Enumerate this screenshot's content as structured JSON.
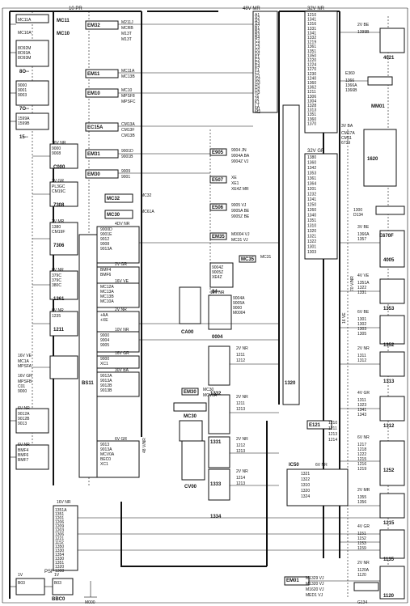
{
  "buses": {
    "top": "10 PR",
    "top_right": "48V MR",
    "c32nr": "32V NR",
    "c32gr": "32V GR",
    "ebs": "BS11",
    "right_mid": "1320",
    "right_vert1": "70 V/NR",
    "right_vert2": "16 VE",
    "left_vert": "48 V/NR",
    "psf": "PSF",
    "m000": "M000",
    "bbc0": "BBC0",
    "g134": "G134",
    "ca00": "CA00"
  },
  "top_connectors": [
    {
      "name": "MC11",
      "pins": [
        "MC11A"
      ]
    },
    {
      "name": "MC10",
      "pins": [
        "MC10A"
      ]
    }
  ],
  "left_modules": [
    {
      "label": "8O--",
      "pins": [
        "8O92M",
        "8O93A",
        "8O93M"
      ]
    },
    {
      "label": "7O--",
      "pins": [
        "9000",
        "9001",
        "9003"
      ]
    },
    {
      "label": "15--",
      "pins": [
        "1599A",
        "1599B"
      ]
    },
    {
      "label": "C000",
      "header": "16V NR",
      "pins": [
        "9000",
        "9008"
      ]
    },
    {
      "label": "7308",
      "header": "2V GR",
      "pins": [
        "PL3GC",
        "CM19C"
      ]
    },
    {
      "label": "7306",
      "header": "2V MR",
      "pins": [
        "1380",
        "CM19F"
      ]
    },
    {
      "label": "1261",
      "header": "6V NR",
      "pins": [
        "379C",
        "379C",
        "380C"
      ]
    },
    {
      "label": "1211",
      "header": "6V NR",
      "pins": [
        "1235"
      ]
    },
    {
      "label": "",
      "header": "16V VE",
      "pins": [
        "MC1A",
        "MPSFA"
      ]
    },
    {
      "label": "",
      "header": "16V GR",
      "pins": [
        "MPSFB",
        "C01",
        "9000"
      ]
    },
    {
      "label": "",
      "header": "6V NR",
      "pins": [
        "9012A",
        "9012B",
        "9013"
      ]
    },
    {
      "label": "",
      "header": "6V NR",
      "pins": [
        "BMF4",
        "BMF6",
        "BMF7"
      ]
    }
  ],
  "center_connectors": [
    {
      "name": "EM32",
      "pins": [
        "M211J",
        "MCRB",
        "M13T",
        "M13T"
      ]
    },
    {
      "name": "EM11",
      "pins": [
        "MC11A",
        "MC13B"
      ]
    },
    {
      "name": "EM10",
      "pins": [
        "MC10",
        "MPSF8",
        "MPSFC"
      ]
    },
    {
      "name": "EC15A",
      "pins": [
        "CM13A",
        "CM13F",
        "CM13B"
      ]
    },
    {
      "name": "EM31",
      "pins": [
        "9001D",
        "9001B"
      ]
    },
    {
      "name": "EM30",
      "pins": [
        "9009",
        "9001"
      ]
    },
    {
      "name": "MC32",
      "pins": [
        "MC32"
      ]
    },
    {
      "name": "MC30",
      "pins": [
        "MC61A"
      ]
    }
  ],
  "center_blocks": [
    {
      "header": "4DV NR",
      "pins": [
        "9000D",
        "9001E",
        "9012",
        "9008",
        "9013A"
      ]
    },
    {
      "header": "2V GR",
      "pins": [
        "BMF4",
        "BMF6"
      ]
    },
    {
      "header": "16V VE",
      "pins": [
        "MC12A",
        "MC13A",
        "MC13B",
        "MC10A"
      ]
    },
    {
      "header": "2V NR",
      "pins": [
        "+AA",
        "+XE"
      ]
    },
    {
      "header": "10V NR",
      "pins": [
        "9000",
        "9004",
        "9005"
      ]
    },
    {
      "header": "16V GR",
      "pins": [
        "9000",
        "XC1"
      ]
    },
    {
      "header": "30V BA",
      "pins": [
        "9012A",
        "9013A",
        "9012B",
        "9013B"
      ]
    },
    {
      "header": "6V GR",
      "pins": [
        "9013",
        "9013A",
        "MCV0A",
        "BEC0",
        "XC1"
      ]
    }
  ],
  "mid_connectors": [
    {
      "name": "E905",
      "pins": [
        "9004 JN",
        "9004A BA",
        "9004Z VJ"
      ]
    },
    {
      "name": "E507",
      "pins": [
        "XE",
        "XE1",
        "XE4Z MR"
      ]
    },
    {
      "name": "E506",
      "pins": [
        "9005 VJ",
        "9005A BE",
        "9005Z BE"
      ]
    },
    {
      "name": "EM35",
      "pins": [
        "M0004 VJ",
        "MC31 VJ"
      ]
    },
    {
      "name": "MC35",
      "pins": [
        "MC31"
      ]
    },
    {
      "name": "E121",
      "pins": [
        "1210",
        "1211",
        "1213",
        "1214"
      ]
    },
    {
      "name": "EM30",
      "pins": [
        "MC30",
        "MCV0A"
      ]
    },
    {
      "name": "EM01",
      "pins": [
        "M1329 VJ",
        "M1320 VJ",
        "M1620 VJ",
        "MED1 VJ"
      ]
    }
  ],
  "mid_devices": [
    {
      "label": "0004",
      "header": "10V NR",
      "pins": [
        "9004A",
        "9005A",
        "9000",
        "M0004"
      ]
    },
    {
      "label": "84--",
      "pins": [
        "9004Z",
        "9005Z",
        "XE4Z"
      ]
    },
    {
      "label": "CV00"
    },
    {
      "label": "MC30"
    }
  ],
  "relays": [
    {
      "label": "1332",
      "header": "2V NR",
      "pins": [
        "1211",
        "1212"
      ]
    },
    {
      "label": "1331",
      "header": "2V NR",
      "pins": [
        "1211",
        "1213"
      ]
    },
    {
      "label": "1333",
      "header": "2V NR",
      "pins": [
        "1212",
        "1213"
      ]
    },
    {
      "label": "1334",
      "header": "2V NR",
      "pins": [
        "1214",
        "1213"
      ]
    }
  ],
  "i_c50": {
    "label": "IC50",
    "header": "6V NR",
    "pins": [
      "1321",
      "1322",
      "1310",
      "1320",
      "1324"
    ]
  },
  "bus_48v_pins": [
    "A1",
    "A2",
    "A3",
    "A4",
    "B1",
    "B2",
    "B3",
    "B4",
    "C1",
    "C2",
    "C3",
    "D1",
    "D2",
    "E1",
    "E2",
    "E3",
    "E4",
    "F1",
    "F2",
    "G1",
    "G2",
    "G3",
    "H1",
    "H2",
    "H3",
    "J1",
    "J2",
    "K1",
    "L1",
    "M1",
    "M2"
  ],
  "bus_32vnr_pins": [
    "1210",
    "1341",
    "1316",
    "1331",
    "1341",
    "1332",
    "1219",
    "1361",
    "1351",
    "1350",
    "1220",
    "1224",
    "1270",
    "1230",
    "1240",
    "1360",
    "1362",
    "1211",
    "1306",
    "1304",
    "1328",
    "1313",
    "1351",
    "1360",
    "1370"
  ],
  "bus_32vgr_pins": [
    "1380",
    "1360",
    "1342",
    "1353",
    "1361",
    "1364",
    "1201",
    "1232",
    "1241",
    "1250",
    "1260",
    "1340",
    "1351",
    "1310",
    "1320",
    "1321",
    "1322",
    "1301",
    "1303"
  ],
  "right_devices": [
    {
      "label": "4021",
      "header": "2V BE",
      "pins": [
        "1399B"
      ]
    },
    {
      "label": "MM01",
      "header": "E360",
      "pins": [
        "1366",
        "1366A",
        "1366B"
      ]
    },
    {
      "label": "1620",
      "header": "3V BA",
      "pins": [
        "CM17A",
        "CM11",
        "6739"
      ]
    },
    {
      "label": "E670F",
      "pins": [
        "1300",
        "D134"
      ]
    },
    {
      "label": "4005",
      "header": "3V BE",
      "pins": [
        "1366A",
        "1357"
      ]
    },
    {
      "label": "1353",
      "header": "4V VE",
      "pins": [
        "1351A",
        "1322",
        "1331"
      ]
    },
    {
      "label": "1352",
      "header": "6V BE",
      "pins": [
        "1301",
        "1302",
        "1303",
        "1305"
      ]
    },
    {
      "label": "1313",
      "header": "2V NR",
      "pins": [
        "1311",
        "1312"
      ]
    },
    {
      "label": "1312",
      "header": "4V GR",
      "pins": [
        "1311",
        "1323",
        "1341",
        "1343"
      ]
    },
    {
      "label": "1252",
      "header": "6V NR",
      "pins": [
        "1217",
        "1218",
        "1222",
        "1215",
        "1216",
        "1219"
      ]
    },
    {
      "label": "1215",
      "header": "2V MR",
      "pins": [
        "1355",
        "1356"
      ]
    },
    {
      "label": "1135",
      "header": "4V GR",
      "pins": [
        "1151",
        "1152",
        "1153",
        "1159"
      ]
    },
    {
      "label": "1120",
      "header": "2V NR",
      "pins": [
        "1120A",
        "1120"
      ]
    }
  ],
  "bottom_block": {
    "header": "16V NR",
    "pins": [
      "1351A",
      "1351",
      "1201",
      "1206",
      "1209",
      "1203",
      "1306",
      "1221",
      "1152",
      "1350",
      "1330",
      "1354",
      "1330",
      "1351",
      "1320",
      "1308"
    ]
  },
  "bottom_left": [
    {
      "header": "1V",
      "pins": [
        "B03"
      ]
    },
    {
      "header": "1V",
      "pins": [
        "B03"
      ]
    }
  ]
}
